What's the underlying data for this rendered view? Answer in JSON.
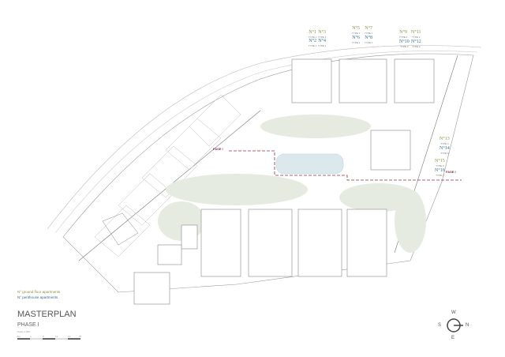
{
  "legend": {
    "ground_floor": "N° ground floor apartments",
    "penthouse": "N° penthouse apartments"
  },
  "title": "MASTERPLAN",
  "phase": "PHASE I",
  "scale": "Scale 1:400",
  "scale_ticks": [
    "0m",
    "4",
    "8",
    "12",
    "16",
    "20"
  ],
  "fase_label": "FASE I",
  "colors": {
    "ground_floor": "#8c9440",
    "penthouse": "#2f6f95",
    "phase_line": "#8a3040",
    "pool": "#dbe8ec"
  },
  "units": [
    {
      "num": "N°1",
      "type": "TYPE 1",
      "kind": "g"
    },
    {
      "num": "N°3",
      "type": "TYPE 1",
      "kind": "g"
    },
    {
      "num": "N°2",
      "type": "TYPE 1",
      "kind": "p"
    },
    {
      "num": "N°4",
      "type": "TYPE 1",
      "kind": "p"
    },
    {
      "num": "N°5",
      "type": "TYPE 1",
      "kind": "g"
    },
    {
      "num": "N°7",
      "type": "TYPE 1",
      "kind": "g"
    },
    {
      "num": "N°6",
      "type": "TYPE 1",
      "kind": "p"
    },
    {
      "num": "N°8",
      "type": "TYPE 1",
      "kind": "p"
    },
    {
      "num": "N°9",
      "type": "TYPE 2",
      "kind": "g"
    },
    {
      "num": "N°11",
      "type": "TYPE 2",
      "kind": "g"
    },
    {
      "num": "N°10",
      "type": "TYPE 2",
      "kind": "p"
    },
    {
      "num": "N°12",
      "type": "TYPE 2",
      "kind": "p"
    },
    {
      "num": "N°13",
      "type": "TYPE 3",
      "kind": "g"
    },
    {
      "num": "N°14",
      "type": "TYPE 3",
      "kind": "p"
    },
    {
      "num": "N°15",
      "type": "TYPE 3",
      "kind": "g"
    },
    {
      "num": "N°16",
      "type": "TYPE 3",
      "kind": "p"
    }
  ],
  "compass": {
    "n": "N",
    "s": "S",
    "e": "E",
    "w": "W"
  }
}
